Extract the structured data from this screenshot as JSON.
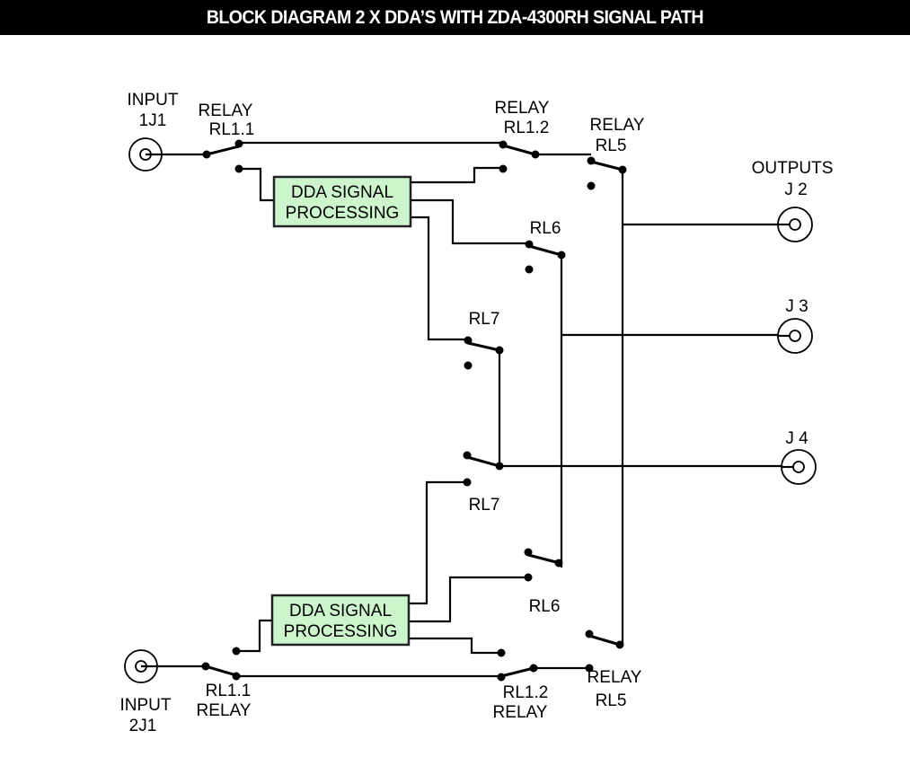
{
  "title": "BLOCK DIAGRAM 2 X DDA’S WITH ZDA-4300RH SIGNAL PATH",
  "colors": {
    "title_bg": "#000000",
    "title_text": "#ffffff",
    "block_fill": "#ccf5cc",
    "line": "#000000"
  },
  "inputs": [
    {
      "line1": "INPUT",
      "line2": "1J1"
    },
    {
      "line1": "INPUT",
      "line2": "2J1"
    }
  ],
  "outputs": {
    "header": "OUTPUTS",
    "jacks": [
      "J 2",
      "J 3",
      "J 4"
    ]
  },
  "blocks": [
    {
      "line1": "DDA SIGNAL",
      "line2": "PROCESSING"
    },
    {
      "line1": "DDA SIGNAL",
      "line2": "PROCESSING"
    }
  ],
  "relays": {
    "top": {
      "rl1_1": {
        "line1": "RELAY",
        "line2": "RL1.1"
      },
      "rl1_2": {
        "line1": "RELAY",
        "line2": "RL1.2"
      },
      "rl5": {
        "line1": "RELAY",
        "line2": "RL5"
      },
      "rl6": "RL6",
      "rl7": "RL7"
    },
    "bottom": {
      "rl1_1": {
        "line1": "RL1.1",
        "line2": "RELAY"
      },
      "rl1_2": {
        "line1": "RL1.2",
        "line2": "RELAY"
      },
      "rl5": {
        "line1": "RELAY",
        "line2": "RL5"
      },
      "rl6": "RL6",
      "rl7": "RL7"
    }
  }
}
